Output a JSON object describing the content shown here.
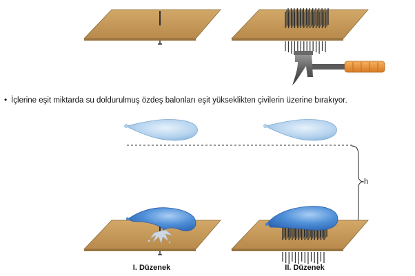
{
  "caption": {
    "bullet": "•",
    "text": "İçlerine eşit miktarda su doldurulmuş özdeş balonları eşit yükseklikten çivilerin üzerine bırakıyor."
  },
  "labels": {
    "setup_1": "I. Düzenek",
    "setup_2": "II. Düzenek",
    "height": "h"
  },
  "icons": {
    "hammer": "hammer-icon",
    "nail": "nail-icon",
    "balloon": "water-balloon-icon",
    "splash": "water-splash-icon"
  },
  "colors": {
    "board": "#c69a5a",
    "board_edge": "#8a6a3a",
    "balloon": "#a9cbe8",
    "balloon_burst": "#4a86cf",
    "nail": "#333333",
    "hammer_handle": "#e8923a"
  }
}
